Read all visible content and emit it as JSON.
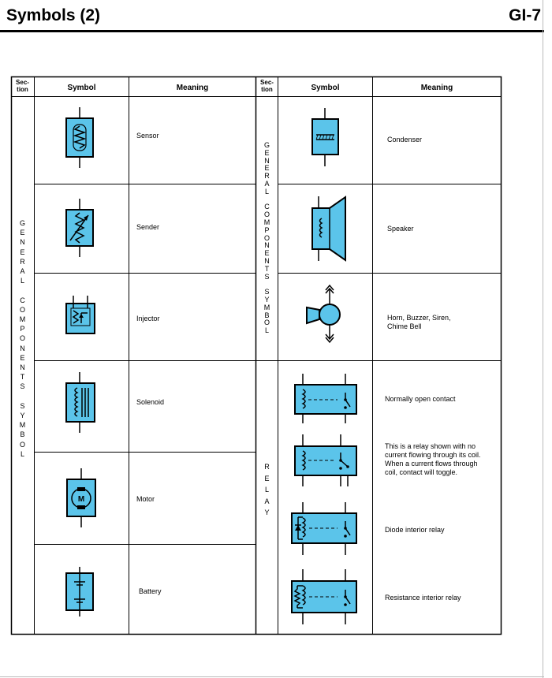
{
  "page": {
    "title": "Symbols (2)",
    "page_number": "GI-7"
  },
  "table": {
    "headers": {
      "section": "Sec-\ntion",
      "symbol": "Symbol",
      "meaning": "Meaning"
    },
    "left_section_label": "GENERAL COMPONENTS SYMBOL",
    "right_section_label_general": "GENERAL COMPONENTS SYMBOL",
    "right_section_label_relay": "RELAY",
    "left_rows": [
      {
        "symbol": "sensor-symbol",
        "meaning": "Sensor"
      },
      {
        "symbol": "sender-symbol",
        "meaning": "Sender"
      },
      {
        "symbol": "injector-symbol",
        "meaning": "Injector"
      },
      {
        "symbol": "solenoid-symbol",
        "meaning": "Solenoid"
      },
      {
        "symbol": "motor-symbol",
        "meaning": "Motor"
      },
      {
        "symbol": "battery-symbol",
        "meaning": "Battery"
      }
    ],
    "right_rows": [
      {
        "symbol": "condenser-symbol",
        "meaning": "Condenser"
      },
      {
        "symbol": "speaker-symbol",
        "meaning": "Speaker"
      },
      {
        "symbol": "horn-symbol",
        "meaning": "Horn, Buzzer, Siren,\nChime Bell"
      },
      {
        "symbol": "relay-no-contact-symbol",
        "meaning": "Normally open contact"
      },
      {
        "symbol": "relay-toggle-symbol",
        "meaning": "This is a relay shown with no\ncurrent flowing through its coil.\nWhen a current flows through\ncoil, contact will toggle."
      },
      {
        "symbol": "relay-diode-symbol",
        "meaning": "Diode interior relay"
      },
      {
        "symbol": "relay-resistance-symbol",
        "meaning": "Resistance interior relay"
      }
    ],
    "motor_letter": "M"
  },
  "colors": {
    "symbol_fill": "#5bc4ea",
    "line": "#000000"
  }
}
